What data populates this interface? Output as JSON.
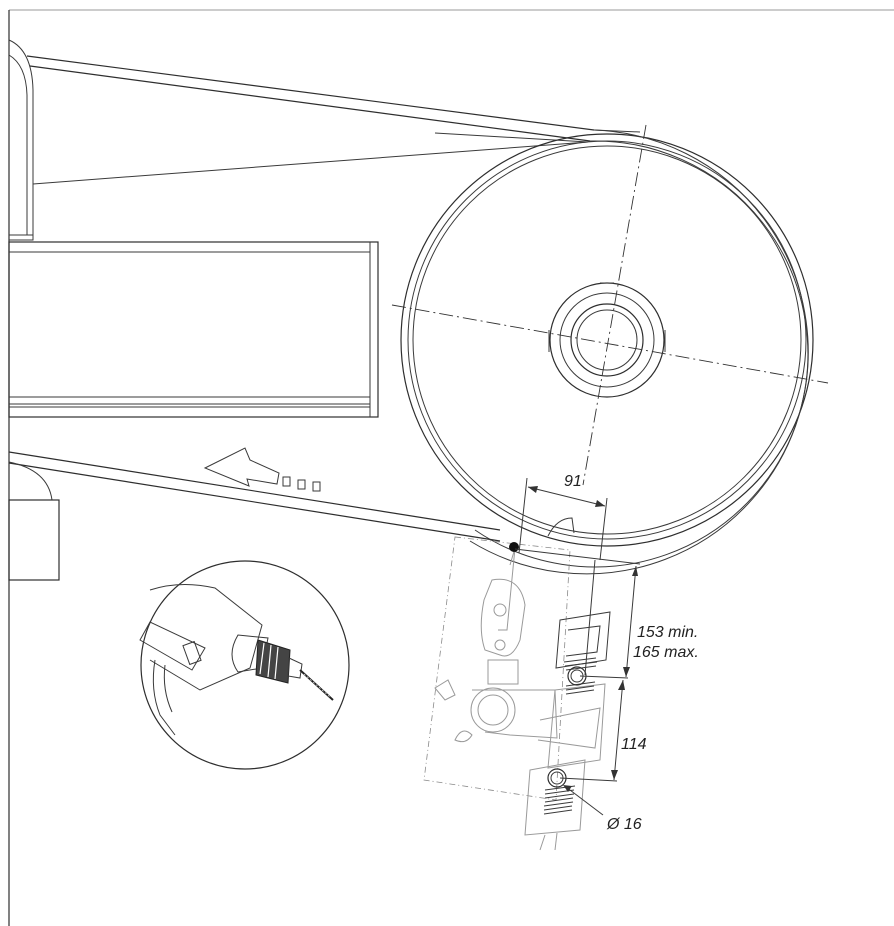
{
  "dimensions": {
    "spacing_horizontal": "91",
    "distance_range_min": "153 min.",
    "distance_range_max": "165 max.",
    "hole_spacing": "114",
    "hole_diameter": "Ø 16"
  },
  "colors": {
    "line": "#333333",
    "light_line": "#9a9a9a",
    "background": "#ffffff"
  },
  "icons": {
    "direction_arrow": "arrow-left-icon",
    "drill": "drill-icon"
  }
}
